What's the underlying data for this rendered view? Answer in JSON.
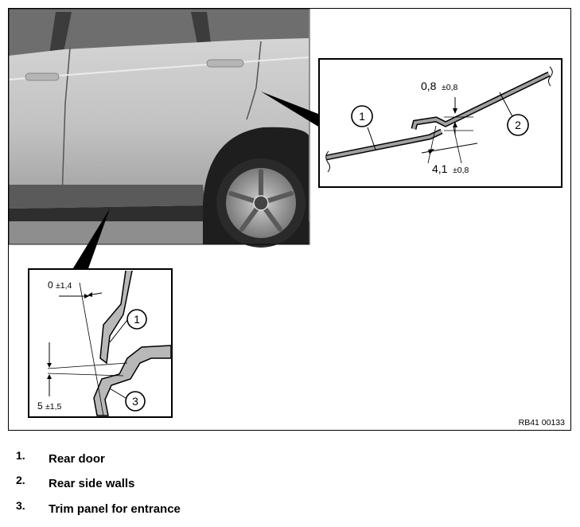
{
  "figure": {
    "reference_code": "RB41 00133",
    "top_detail": {
      "callouts": [
        "1",
        "2"
      ],
      "dimensions": [
        {
          "value": "0,8",
          "tolerance": "±0,8"
        },
        {
          "value": "4,1",
          "tolerance": "±0,8"
        }
      ]
    },
    "left_detail": {
      "callouts": [
        "1",
        "3"
      ],
      "dimensions": [
        {
          "value": "0",
          "tolerance": "±1,4"
        },
        {
          "value": "5",
          "tolerance": "±1,5"
        }
      ]
    }
  },
  "legend": [
    {
      "number": "1.",
      "label": "Rear door"
    },
    {
      "number": "2.",
      "label": "Rear side walls"
    },
    {
      "number": "3.",
      "label": "Trim panel for entrance"
    }
  ]
}
